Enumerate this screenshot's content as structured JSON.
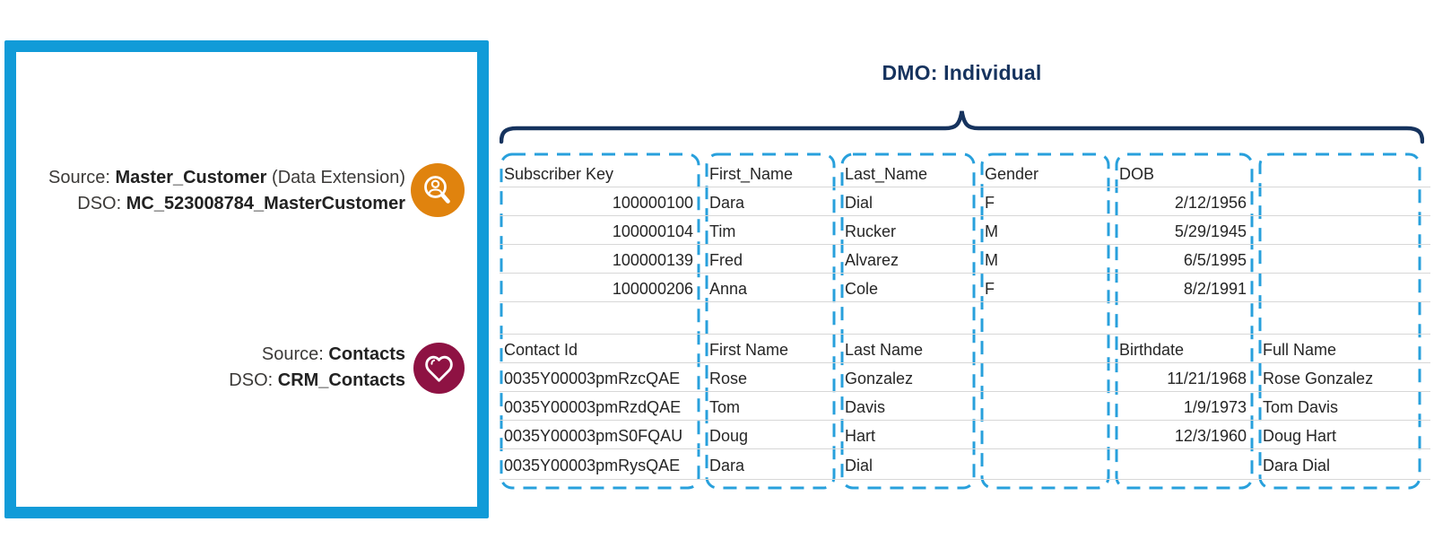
{
  "sources_panel": {
    "items": [
      {
        "source_label": "Source:",
        "source_name": "Master_Customer",
        "source_suffix": "(Data Extension)",
        "dso_label": "DSO:",
        "dso_name": "MC_523008784_MasterCustomer",
        "icon": "search-person-icon",
        "icon_color": "#E0830E"
      },
      {
        "source_label": "Source:",
        "source_name": "Contacts",
        "source_suffix": "",
        "dso_label": "DSO:",
        "dso_name": "CRM_Contacts",
        "icon": "heart-icon",
        "icon_color": "#8E1243"
      }
    ]
  },
  "dmo": {
    "title": "DMO: Individual"
  },
  "table": {
    "columns": [
      {
        "id": "subscriber-key",
        "header1": "Subscriber Key",
        "values1": [
          "100000100",
          "100000104",
          "100000139",
          "100000206"
        ],
        "values1_align": "right",
        "header2": "Contact Id",
        "values2": [
          "0035Y00003pmRzcQAE",
          "0035Y00003pmRzdQAE",
          "0035Y00003pmS0FQAU",
          "0035Y00003pmRysQAE"
        ],
        "values2_align": "left"
      },
      {
        "id": "first-name",
        "header1": "First_Name",
        "values1": [
          "Dara",
          "Tim",
          "Fred",
          "Anna"
        ],
        "values1_align": "left",
        "header2": "First Name",
        "values2": [
          "Rose",
          "Tom",
          "Doug",
          "Dara"
        ],
        "values2_align": "left"
      },
      {
        "id": "last-name",
        "header1": "Last_Name",
        "values1": [
          "Dial",
          "Rucker",
          "Alvarez",
          "Cole"
        ],
        "values1_align": "left",
        "header2": "Last Name",
        "values2": [
          "Gonzalez",
          "Davis",
          "Hart",
          "Dial"
        ],
        "values2_align": "left"
      },
      {
        "id": "gender",
        "header1": "Gender",
        "values1": [
          "F",
          "M",
          "M",
          "F"
        ],
        "values1_align": "left",
        "header2": "",
        "values2": [
          "",
          "",
          "",
          ""
        ],
        "values2_align": "left"
      },
      {
        "id": "dob",
        "header1": "DOB",
        "values1": [
          "2/12/1956",
          "5/29/1945",
          "6/5/1995",
          "8/2/1991"
        ],
        "values1_align": "right",
        "header2": "Birthdate",
        "values2": [
          "11/21/1968",
          "1/9/1973",
          "12/3/1960",
          ""
        ],
        "values2_align": "right"
      },
      {
        "id": "full-name",
        "header1": "",
        "values1": [
          "",
          "",
          "",
          ""
        ],
        "values1_align": "left",
        "header2": "Full Name",
        "values2": [
          "Rose Gonzalez",
          "Tom Davis",
          "Doug Hart",
          "Dara Dial"
        ],
        "values2_align": "left"
      }
    ]
  },
  "colors": {
    "panel_border_blue": "#119BD8",
    "column_dashed_blue": "#28A0DC",
    "navy": "#16335E",
    "gridline_gray": "#D7D7D7",
    "icon_orange": "#E0830E",
    "icon_magenta": "#8E1243"
  }
}
